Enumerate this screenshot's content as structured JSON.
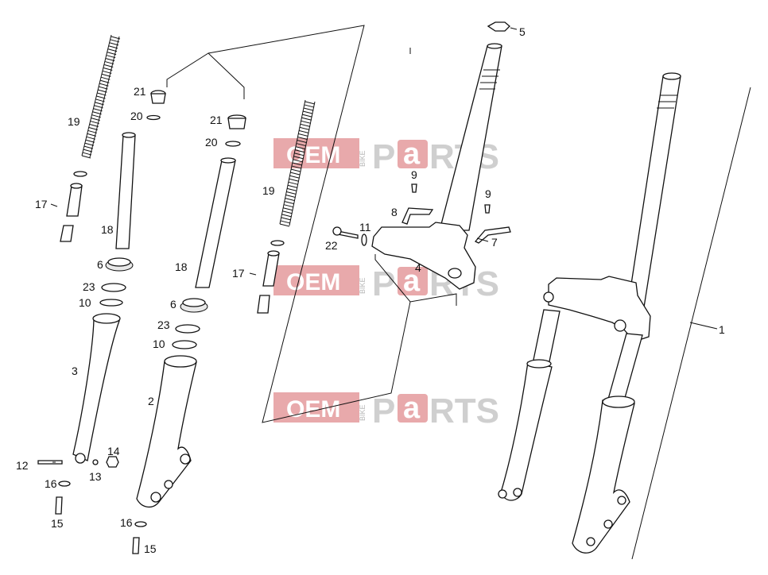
{
  "watermark": {
    "oem": "OEM",
    "bike": "BIKE",
    "parts_p": "P",
    "parts_a": "a",
    "parts_rest": "RTS",
    "color_box": "#e8a9ab",
    "color_text": "#cfcfcf"
  },
  "callouts": [
    {
      "id": "c1",
      "text": "1"
    },
    {
      "id": "c2",
      "text": "2"
    },
    {
      "id": "c3",
      "text": "3"
    },
    {
      "id": "c4",
      "text": "4"
    },
    {
      "id": "c5",
      "text": "5"
    },
    {
      "id": "c6a",
      "text": "6"
    },
    {
      "id": "c6b",
      "text": "6"
    },
    {
      "id": "c7",
      "text": "7"
    },
    {
      "id": "c8",
      "text": "8"
    },
    {
      "id": "c9a",
      "text": "9"
    },
    {
      "id": "c9b",
      "text": "9"
    },
    {
      "id": "c10a",
      "text": "10"
    },
    {
      "id": "c10b",
      "text": "10"
    },
    {
      "id": "c11",
      "text": "11"
    },
    {
      "id": "c12",
      "text": "12"
    },
    {
      "id": "c13",
      "text": "13"
    },
    {
      "id": "c14",
      "text": "14"
    },
    {
      "id": "c15a",
      "text": "15"
    },
    {
      "id": "c15b",
      "text": "15"
    },
    {
      "id": "c16a",
      "text": "16"
    },
    {
      "id": "c16b",
      "text": "16"
    },
    {
      "id": "c17a",
      "text": "17"
    },
    {
      "id": "c17b",
      "text": "17"
    },
    {
      "id": "c18a",
      "text": "18"
    },
    {
      "id": "c18b",
      "text": "18"
    },
    {
      "id": "c19a",
      "text": "19"
    },
    {
      "id": "c19b",
      "text": "19"
    },
    {
      "id": "c20a",
      "text": "20"
    },
    {
      "id": "c20b",
      "text": "20"
    },
    {
      "id": "c21a",
      "text": "21"
    },
    {
      "id": "c21b",
      "text": "21"
    },
    {
      "id": "c22",
      "text": "22"
    },
    {
      "id": "c23a",
      "text": "23"
    },
    {
      "id": "c23b",
      "text": "23"
    }
  ]
}
